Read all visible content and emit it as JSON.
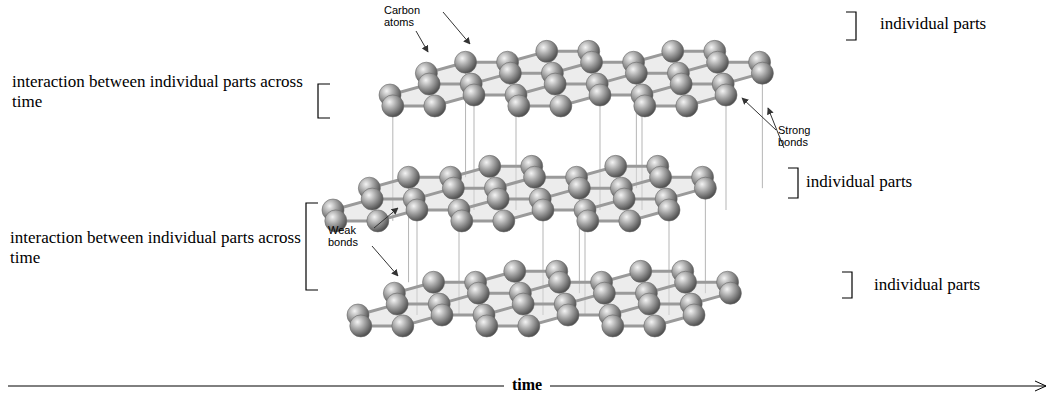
{
  "diagram": {
    "labels": [
      "Carbon atoms",
      "individual parts",
      "interaction between individual parts across time",
      "Strong bonds",
      "individual parts",
      "interaction between individual parts across time",
      "Weak bonds",
      "individual parts",
      "time"
    ]
  }
}
